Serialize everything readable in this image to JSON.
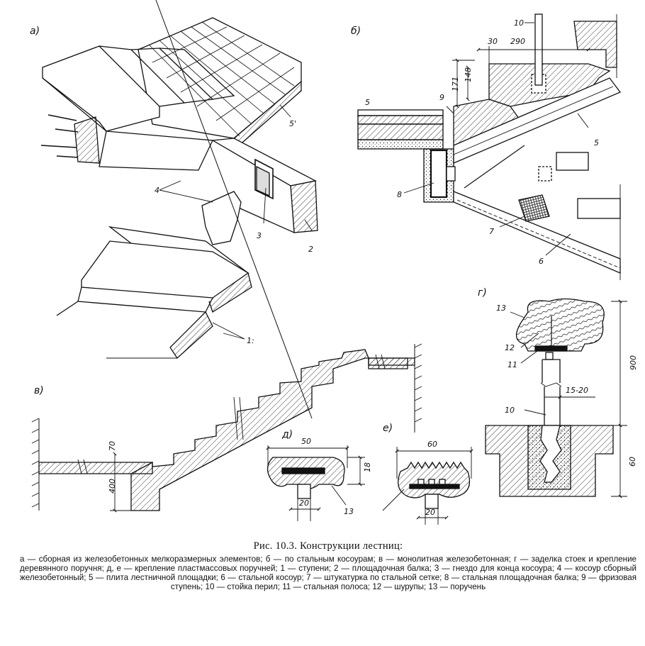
{
  "panels": {
    "a": "а)",
    "b": "б)",
    "v": "в)",
    "g": "г)",
    "d": "д)",
    "e": "е)"
  },
  "labels": {
    "a_1": "1:",
    "a_2": "2",
    "a_3": "3",
    "a_4": "4",
    "a_5": "5'",
    "b_5_left": "5",
    "b_5_right": "5",
    "b_6": "6",
    "b_7": "7",
    "b_8": "8",
    "b_9": "9",
    "b_10": "10",
    "g_10": "10",
    "g_11": "11",
    "g_12": "12",
    "g_13": "13",
    "d_13": "13"
  },
  "dims": {
    "b_30": "30",
    "b_290": "290",
    "b_171": "171",
    "b_148": "148",
    "v_70": "70",
    "v_400": "400",
    "d_50": "50",
    "d_18": "18",
    "d_20": "20",
    "e_60": "60",
    "e_20": "20",
    "g_900": "900",
    "g_60": "60",
    "g_1520": "15-20"
  },
  "caption": {
    "title": "Рис. 10.3. Конструкции лестниц:",
    "body": "а — сборная из железобетонных мелкоразмерных элементов; б — по стальным косоурам; в — монолитная железобетонная; г — заделка стоек и крепление деревянного поручня; д, е — крепление пластмассовых поручней; 1 — ступени; 2 — площадочная балка; 3 — гнездо для конца косоура; 4 — косоур сборный железобетонный; 5 — плита лестничной площадки; 6 — стальной косоур; 7 — штукатурка по стальной сетке; 8 — стальная площадочная балка; 9 — фризовая ступень; 10 — стойка перил; 11 — стальная полоса; 12 — шурупы; 13 — поручень"
  }
}
